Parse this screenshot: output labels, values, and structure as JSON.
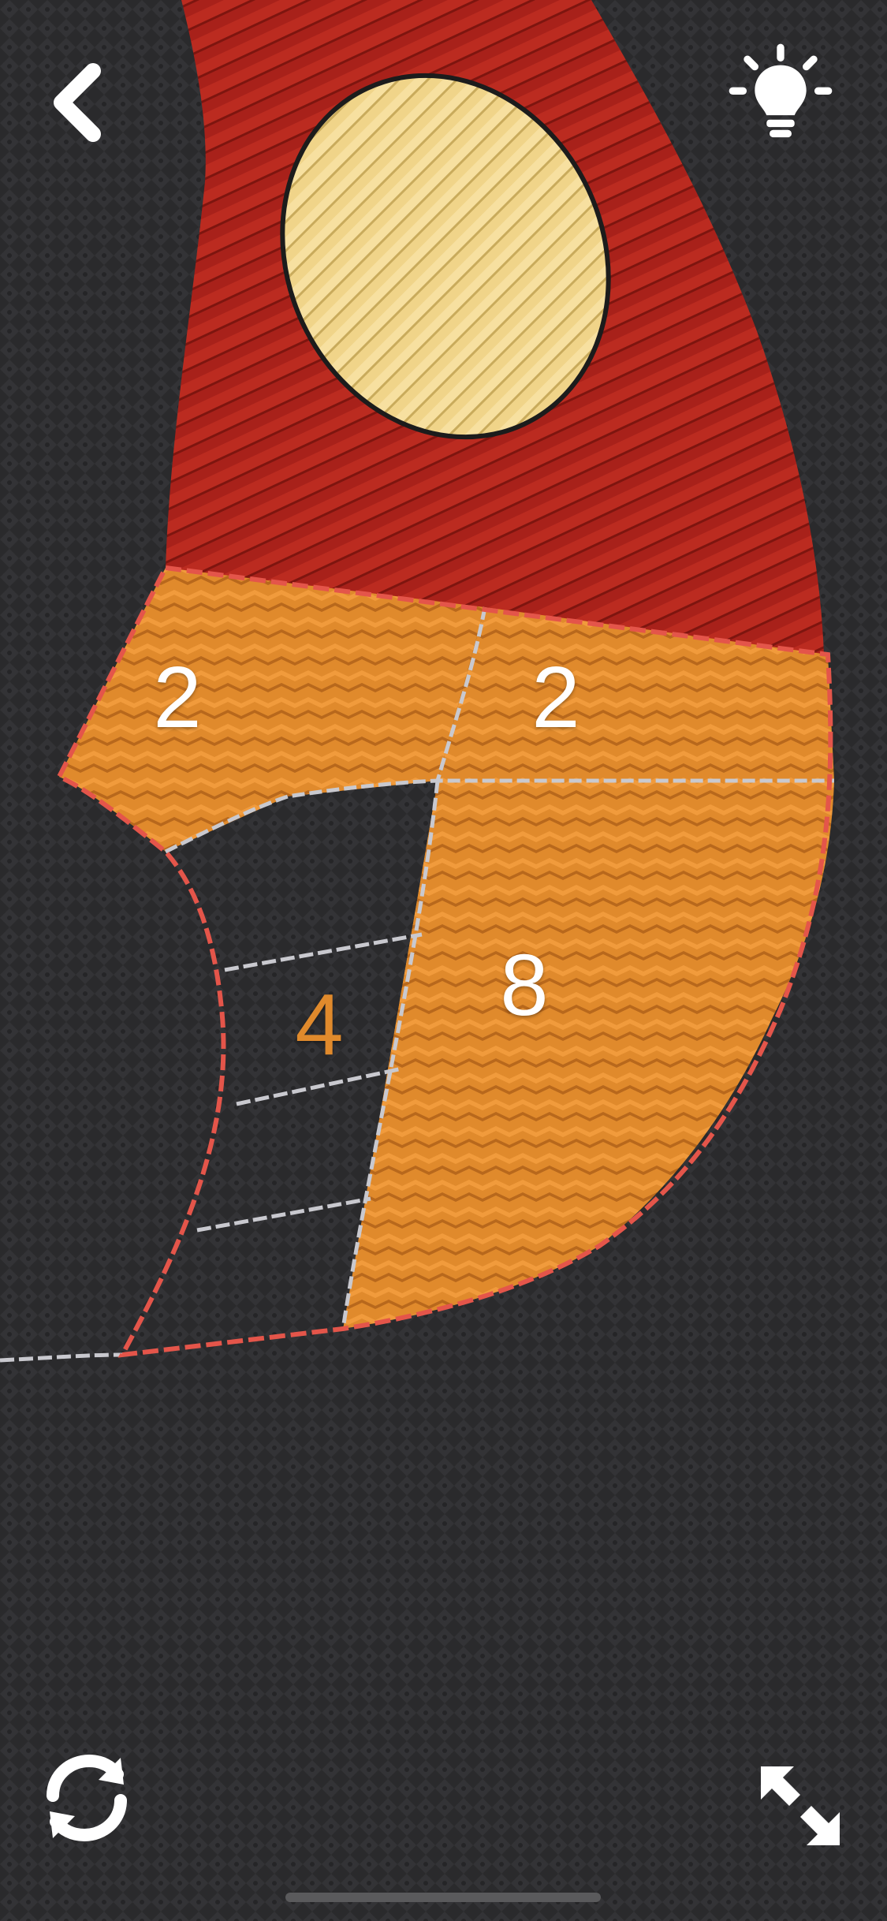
{
  "toolbar": {
    "back_icon": "chevron-left-icon",
    "hint_icon": "lightbulb-icon",
    "restart_icon": "restart-arrows-icon",
    "expand_icon": "expand-arrows-icon"
  },
  "puzzle": {
    "cells": [
      {
        "id": "top-left",
        "count": "2",
        "filled": true
      },
      {
        "id": "top-right",
        "count": "2",
        "filled": true
      },
      {
        "id": "left",
        "count": "4",
        "filled": false
      },
      {
        "id": "right",
        "count": "8",
        "filled": true
      }
    ]
  },
  "colors": {
    "background": "#2a2a2c",
    "red_region": "#a8211a",
    "yellow_region": "#f0d489",
    "orange_fill": "#e08a2c",
    "stitch_outline": "#e4554a",
    "stitch_guide": "#c9c9cf"
  }
}
